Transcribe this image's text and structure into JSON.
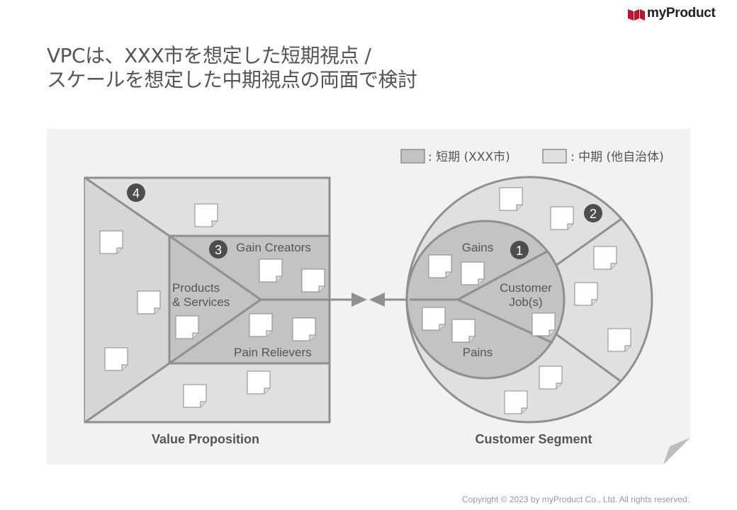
{
  "brand": {
    "name": "myProduct"
  },
  "title": {
    "line1": "VPCは、XXX市を想定した短期視点 /",
    "line2": "スケールを想定した中期視点の両面で検討"
  },
  "legend": {
    "short_term": ": 短期 (XXX市)",
    "mid_term": ": 中期 (他自治体)"
  },
  "value_proposition": {
    "label": "Value Proposition",
    "gain_creators": "Gain Creators",
    "products_line1": "Products",
    "products_line2": "& Services",
    "pain_relievers": "Pain Relievers"
  },
  "customer_segment": {
    "label": "Customer Segment",
    "gains": "Gains",
    "customer_jobs_line1": "Customer",
    "customer_jobs_line2": "Job(s)",
    "pains": "Pains"
  },
  "markers": [
    "1",
    "2",
    "3",
    "4"
  ],
  "colors": {
    "panel": "#f2f2f2",
    "dark_fill": "#c3c3c3",
    "light_fill": "#e0e0e0",
    "stroke": "#8f8f8f",
    "marker": "#4d4d4d"
  },
  "footer": {
    "copyright": "Copyright © 2023 by myProduct Co., Ltd.  All rights reserved."
  }
}
